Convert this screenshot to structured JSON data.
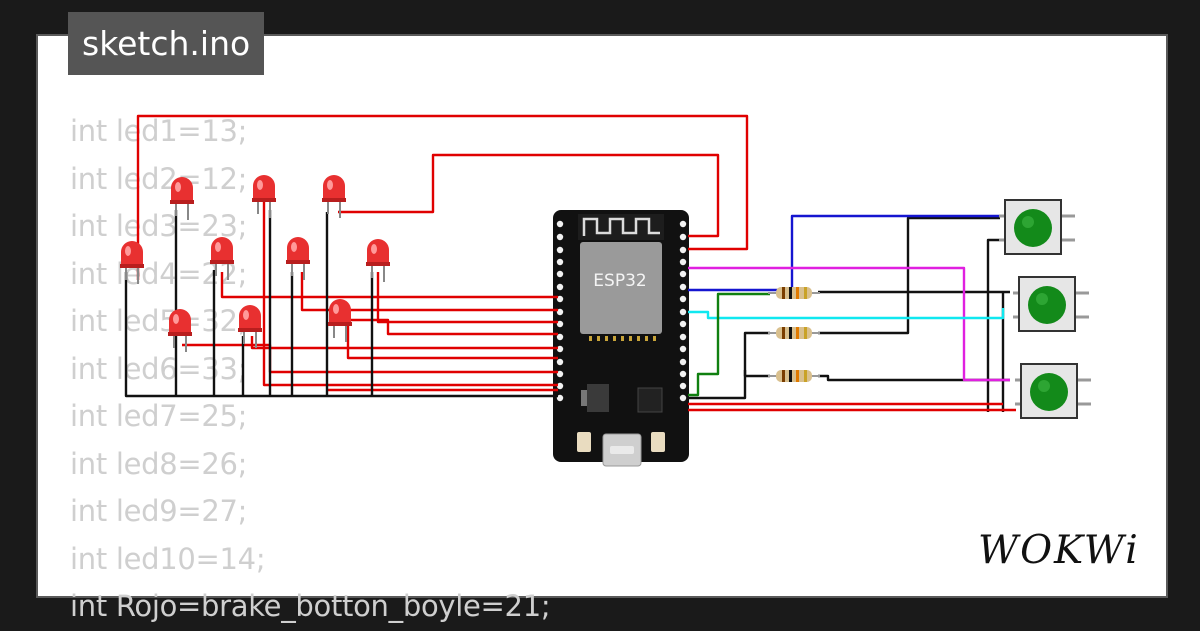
{
  "tab": {
    "title": "sketch.ino"
  },
  "code_lines": [
    "int led1=13;",
    "int led2=12;",
    "int led3=23;",
    "int led4=22;",
    "int led5=32;",
    "int led6=33;",
    "int led7=25;",
    "int led8=26;",
    "int led9=27;",
    "int led10=14;",
    "int Rojo=brake_botton_boyle=21;"
  ],
  "board": {
    "label": "ESP32"
  },
  "logo": {
    "text": "WOKWi"
  },
  "colors": {
    "background": "#1a1a1a",
    "card": "#ffffff",
    "tab": "#555555",
    "code_text": "#cfcfcf",
    "wire_red": "#e00000",
    "wire_black": "#111111",
    "wire_blue": "#1515d0",
    "wire_magenta": "#e020e0",
    "wire_cyan": "#10e8f0",
    "wire_green": "#108010",
    "board": "#111111",
    "chip": "#9a9a9a",
    "led": "#e83030",
    "button_cap": "#138a1a"
  }
}
